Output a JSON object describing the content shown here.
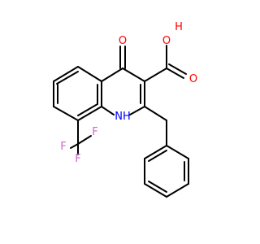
{
  "atoms": {
    "o_carbonyl": "O",
    "o_hydroxyl": "O",
    "h_hydroxyl": "H",
    "o_acid_carbonyl": "O",
    "nh": "NH",
    "f_upper": "F",
    "f_left": "F",
    "f_right": "F"
  },
  "colors": {
    "bond": "#000000",
    "oxygen": "#ff0000",
    "nitrogen": "#0000ff",
    "fluorine": "#cc66cc",
    "background": "#ffffff"
  }
}
